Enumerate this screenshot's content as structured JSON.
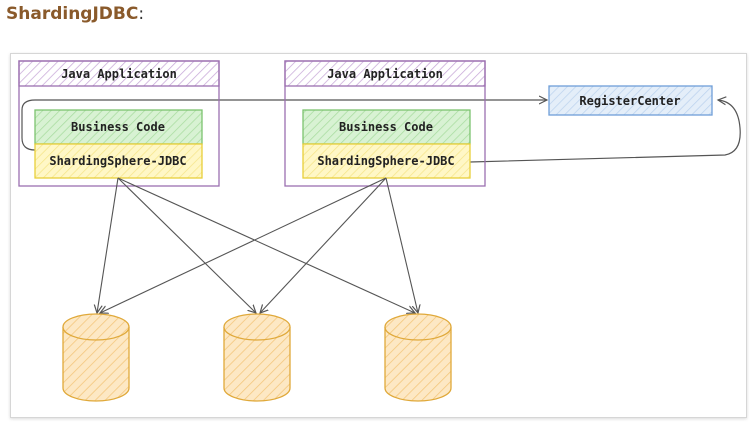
{
  "heading": {
    "title": "ShardingJDBC",
    "suffix": ":"
  },
  "diagram": {
    "app_label": "Java Application",
    "business_label": "Business Code",
    "jdbc_label": "ShardingSphere-JDBC",
    "register_label": "RegisterCenter"
  },
  "colors": {
    "app_border": "#9b6fb0",
    "business_fill": "#c9ecc5",
    "jdbc_fill": "#fff4b0",
    "register_fill": "#dbe8f6",
    "db_fill": "#fbe2b7",
    "db_stroke": "#e0a93a",
    "arrow": "#555555"
  }
}
